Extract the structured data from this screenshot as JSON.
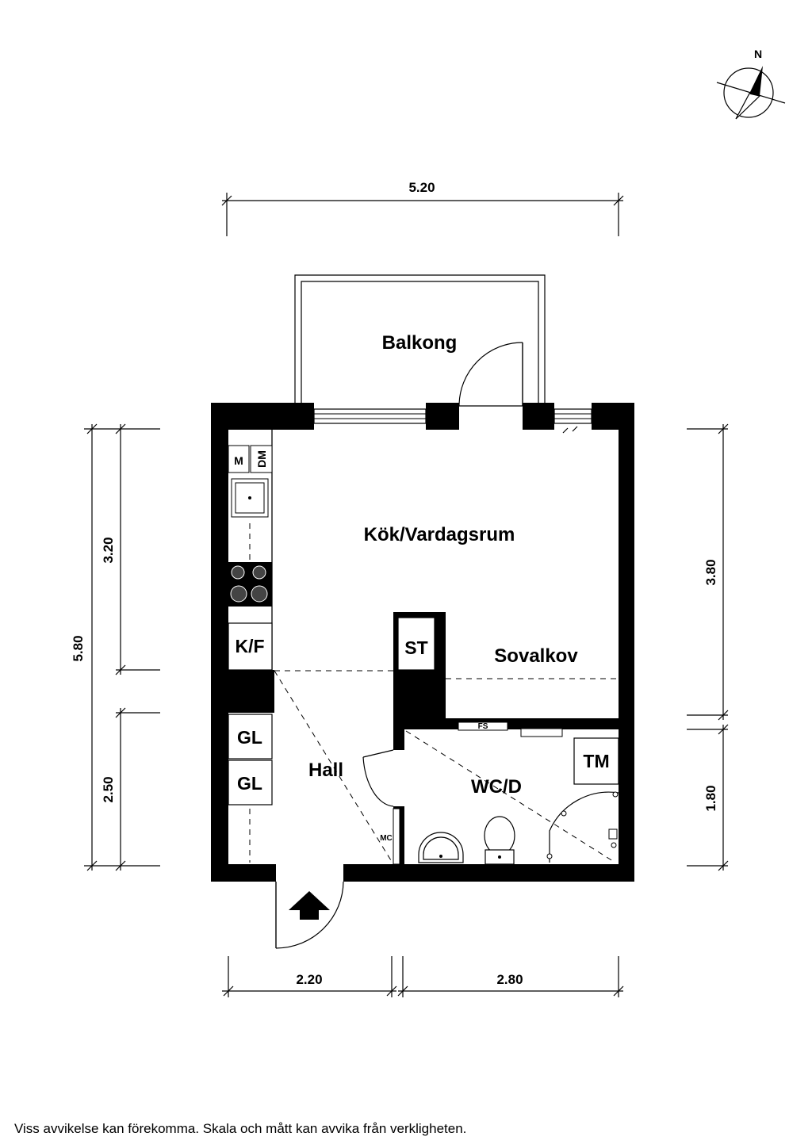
{
  "compass": {
    "north_label": "N"
  },
  "rooms": {
    "balcony": "Balkong",
    "kitchen_living": "Kök/Vardagsrum",
    "sleeping_alcove": "Sovalkov",
    "hall": "Hall",
    "bathroom": "WC/D"
  },
  "fixtures": {
    "microwave": "M",
    "dishwasher": "DM",
    "fridge_freezer": "K/F",
    "storage": "ST",
    "wardrobe_1": "GL",
    "wardrobe_2": "GL",
    "washing_machine": "TM",
    "fuse_box": "FS",
    "media_cabinet": "MC"
  },
  "dimensions": {
    "total_width": "5.20",
    "total_depth": "5.80",
    "living_depth_left": "3.20",
    "hall_depth_left": "2.50",
    "living_depth_right": "3.80",
    "bathroom_depth_right": "1.80",
    "hall_width": "2.20",
    "bathroom_width": "2.80"
  },
  "footer": {
    "disclaimer": "Viss avvikelse kan förekomma. Skala och mått kan avvika från verkligheten."
  }
}
